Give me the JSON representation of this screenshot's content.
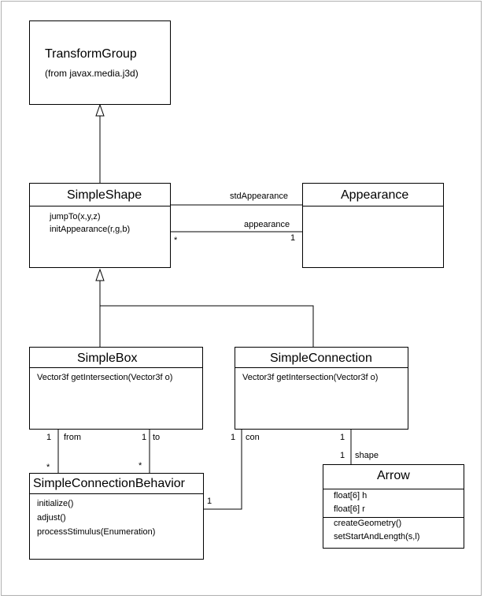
{
  "classes": {
    "transform_group": {
      "name": "TransformGroup",
      "package": "(from javax.media.j3d)"
    },
    "simple_shape": {
      "name": "SimpleShape",
      "operations": [
        "jumpTo(x,y,z)",
        "initAppearance(r,g,b)"
      ]
    },
    "appearance": {
      "name": "Appearance"
    },
    "simple_box": {
      "name": "SimpleBox",
      "operations": [
        "Vector3f getIntersection(Vector3f o)"
      ]
    },
    "simple_connection": {
      "name": "SimpleConnection",
      "operations": [
        "Vector3f getIntersection(Vector3f o)"
      ]
    },
    "simple_connection_behavior": {
      "name": "SimpleConnectionBehavior",
      "operations": [
        "initialize()",
        "adjust()",
        "processStimulus(Enumeration)"
      ]
    },
    "arrow": {
      "name": "Arrow",
      "attributes": [
        "float[6] h",
        "float[6] r"
      ],
      "operations": [
        "createGeometry()",
        "setStartAndLength(s,l)"
      ]
    }
  },
  "associations": {
    "std_appearance": {
      "role": "stdAppearance"
    },
    "appearance": {
      "role": "appearance",
      "mult_source": "*",
      "mult_target": "1"
    },
    "from": {
      "role": "from",
      "mult_box": "1",
      "mult_behavior": "*"
    },
    "to": {
      "role": "to",
      "mult_box": "1",
      "mult_behavior": "*"
    },
    "con": {
      "role": "con",
      "mult_connection": "1",
      "mult_behavior": "1"
    },
    "shape": {
      "role": "shape",
      "mult_connection": "1",
      "mult_arrow": "1"
    }
  }
}
